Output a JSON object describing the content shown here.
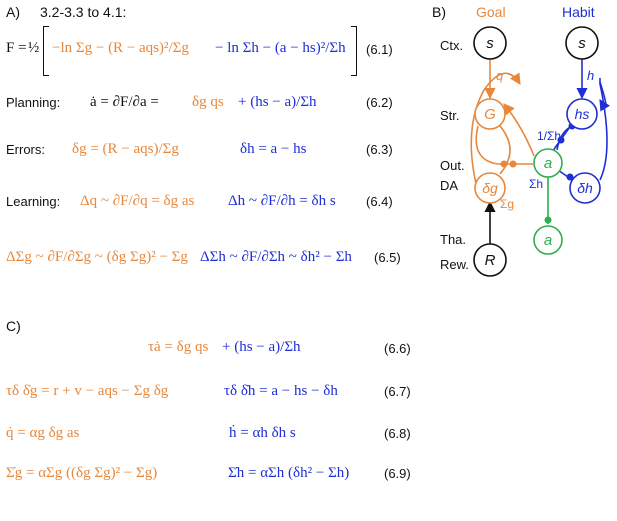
{
  "colors": {
    "goal": "#E8873A",
    "habit": "#1F2ED6",
    "action": "#2FAE4E",
    "neutral": "#111111"
  },
  "section_a": {
    "label": "A)",
    "subtitle": "3.2-3.3 to 4.1:",
    "eq_6_1": {
      "lhs": "F = ",
      "half": "½",
      "goal_terms": "−ln Σg − (R − aqs)²/Σg",
      "habit_terms": "− ln Σh − (a − hs)²/Σh",
      "number": "(6.1)"
    },
    "rows": [
      {
        "label": "Planning:",
        "lhs": "ȧ = ∂F/∂a = ",
        "goal": "δg qs",
        "habit": " + (hs − a)/Σh",
        "number": "(6.2)"
      },
      {
        "label": "Errors:",
        "goal": "δg = (R − aqs)/Σg",
        "habit": "δh = a − hs",
        "number": "(6.3)"
      },
      {
        "label": "Learning:",
        "goal": "Δq ~ ∂F/∂q = δg as",
        "habit": "Δh ~ ∂F/∂h = δh s",
        "number": "(6.4)"
      },
      {
        "label": "",
        "goal": "ΔΣg ~ ∂F/∂Σg ~ (δg Σg)² − Σg",
        "habit": "ΔΣh ~ ∂F/∂Σh ~ δh² − Σh",
        "number": "(6.5)"
      }
    ]
  },
  "section_b": {
    "label": "B)",
    "goal_title": "Goal",
    "habit_title": "Habit",
    "row_labels": [
      "Ctx.",
      "Str.",
      "Out.",
      "DA",
      "Tha.",
      "Rew."
    ],
    "nodes": {
      "s_goal": "s",
      "s_habit": "s",
      "G": "G",
      "hs": "hs",
      "a": "a",
      "delta_g": "δg",
      "delta_h": "δh",
      "a_out": "a",
      "R": "R"
    },
    "edge_labels": {
      "q": "q",
      "h": "h",
      "inv_sigma_h": "1/Σh",
      "sigma_h": "Σh",
      "sigma_g": "Σg"
    }
  },
  "section_c": {
    "label": "C)",
    "eqs": [
      {
        "goal": "τȧ = δg qs",
        "habit": " + (hs − a)/Σh",
        "number": "(6.6)"
      },
      {
        "goal": "τδ δ̇g = r + v − aqs − Σg δg",
        "habit": "τδ δ̇h = a − hs − δh",
        "number": "(6.7)"
      },
      {
        "goal": "q̇ = αg δg as",
        "habit": "ḣ = αh δh s",
        "number": "(6.8)"
      },
      {
        "goal": "Σ̇g = αΣg ((δg Σg)² − Σg)",
        "habit": "Σ̇h = αΣh (δh² − Σh)",
        "number": "(6.9)"
      }
    ]
  }
}
